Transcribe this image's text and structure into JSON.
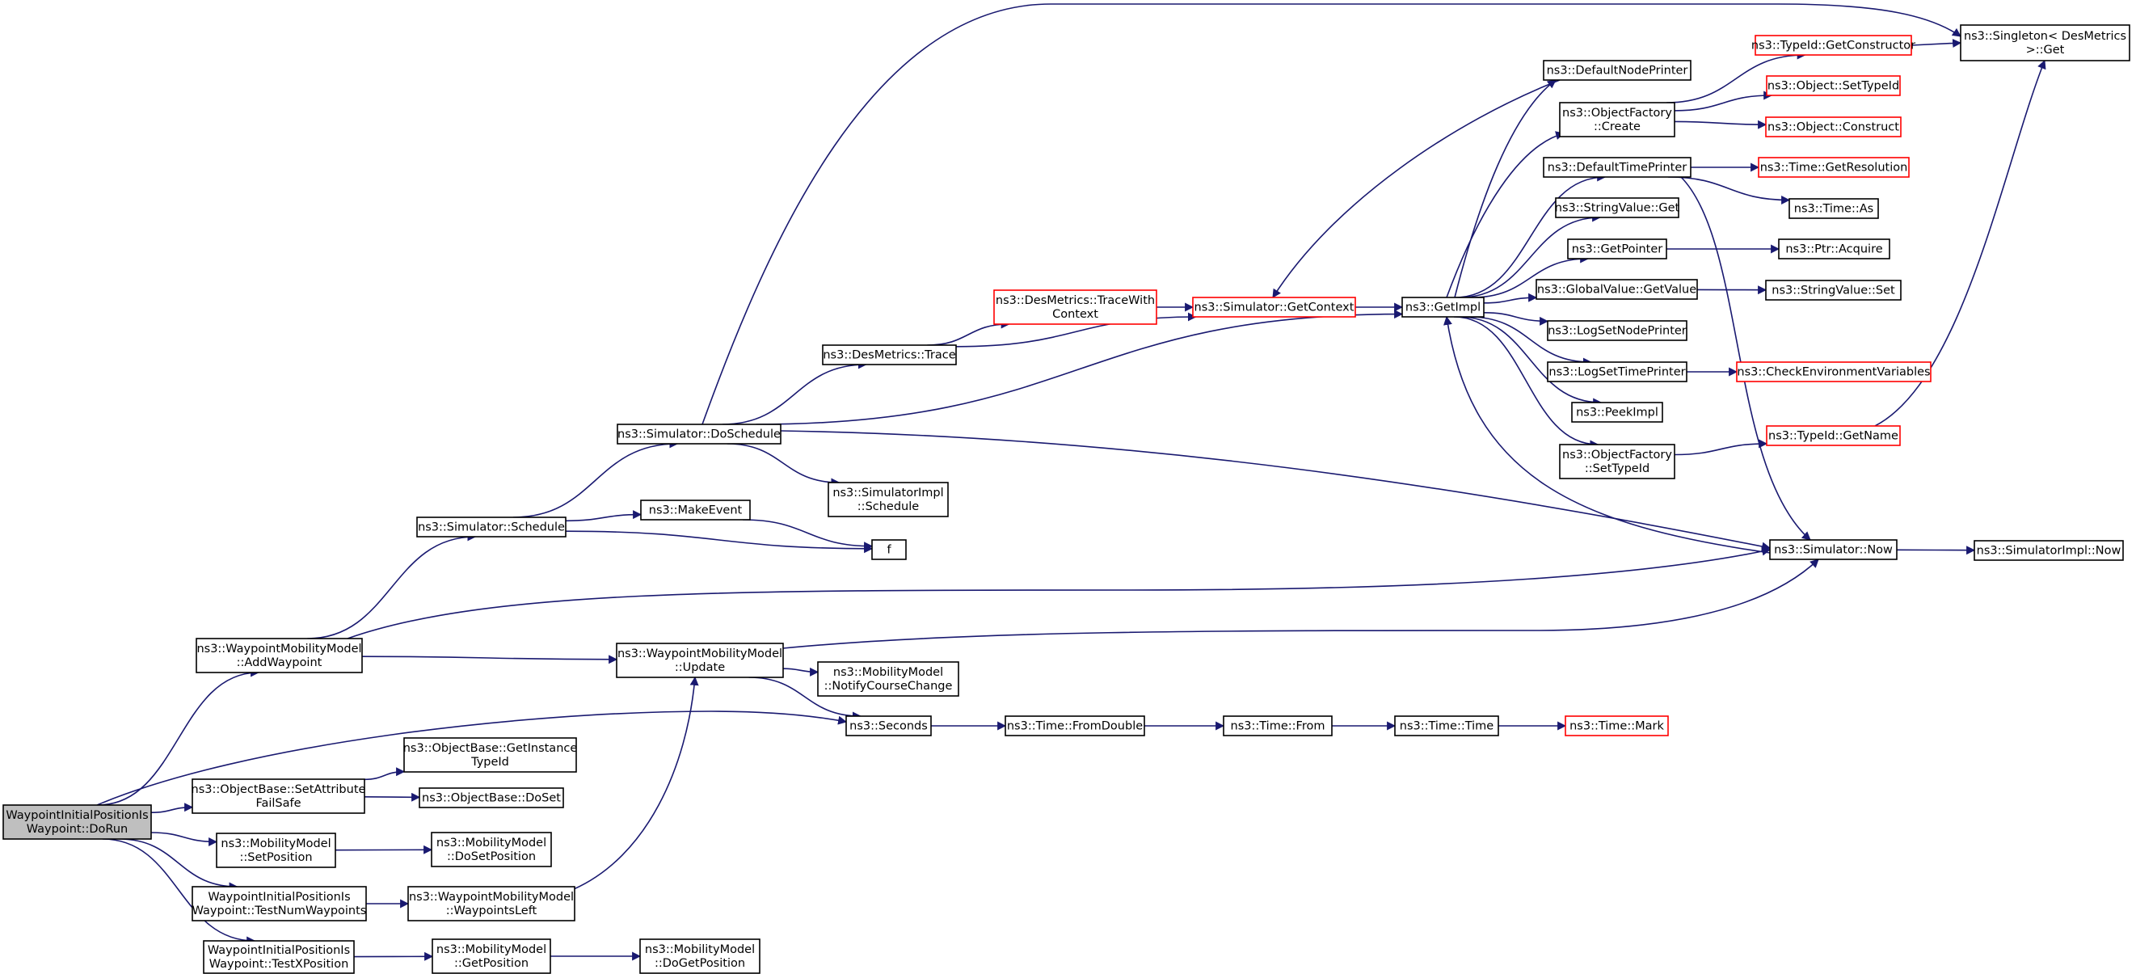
{
  "colors": {
    "edge": "#191970",
    "node_border": "#000000",
    "node_border_incomplete": "#ff0000",
    "node_fill": "#ffffff",
    "root_fill": "#bfbfbf",
    "text": "#000000"
  },
  "nodes": [
    {
      "id": "root",
      "lines": [
        "WaypointInitialPositionIs",
        "Waypoint::DoRun"
      ],
      "style": "root"
    },
    {
      "id": "addWaypoint",
      "lines": [
        "ns3::WaypointMobilityModel",
        "::AddWaypoint"
      ],
      "style": "normal"
    },
    {
      "id": "setAttrFailSafe",
      "lines": [
        "ns3::ObjectBase::SetAttribute",
        "FailSafe"
      ],
      "style": "normal"
    },
    {
      "id": "mmSetPosition",
      "lines": [
        "ns3::MobilityModel",
        "::SetPosition"
      ],
      "style": "normal"
    },
    {
      "id": "testNumWaypoints",
      "lines": [
        "WaypointInitialPositionIs",
        "Waypoint::TestNumWaypoints"
      ],
      "style": "normal"
    },
    {
      "id": "testXPosition",
      "lines": [
        "WaypointInitialPositionIs",
        "Waypoint::TestXPosition"
      ],
      "style": "normal"
    },
    {
      "id": "simSchedule",
      "lines": [
        "ns3::Simulator::Schedule"
      ],
      "style": "normal"
    },
    {
      "id": "doSchedule",
      "lines": [
        "ns3::Simulator::DoSchedule"
      ],
      "style": "normal"
    },
    {
      "id": "makeEvent",
      "lines": [
        "ns3::MakeEvent"
      ],
      "style": "normal"
    },
    {
      "id": "f",
      "lines": [
        "f"
      ],
      "style": "normal"
    },
    {
      "id": "desTrace",
      "lines": [
        "ns3::DesMetrics::Trace"
      ],
      "style": "normal"
    },
    {
      "id": "simImplSchedule",
      "lines": [
        "ns3::SimulatorImpl",
        "::Schedule"
      ],
      "style": "normal"
    },
    {
      "id": "traceWithContext",
      "lines": [
        "ns3::DesMetrics::TraceWith",
        "Context"
      ],
      "style": "incomplete"
    },
    {
      "id": "getContext",
      "lines": [
        "ns3::Simulator::GetContext"
      ],
      "style": "incomplete"
    },
    {
      "id": "getImpl",
      "lines": [
        "ns3::GetImpl"
      ],
      "style": "normal"
    },
    {
      "id": "defaultNodePrinter",
      "lines": [
        "ns3::DefaultNodePrinter"
      ],
      "style": "normal"
    },
    {
      "id": "objFactoryCreate",
      "lines": [
        "ns3::ObjectFactory",
        "::Create"
      ],
      "style": "normal"
    },
    {
      "id": "defaultTimePrinter",
      "lines": [
        "ns3::DefaultTimePrinter"
      ],
      "style": "normal"
    },
    {
      "id": "stringValueGet",
      "lines": [
        "ns3::StringValue::Get"
      ],
      "style": "normal"
    },
    {
      "id": "getPointer",
      "lines": [
        "ns3::GetPointer"
      ],
      "style": "normal"
    },
    {
      "id": "globalValueGetValue",
      "lines": [
        "ns3::GlobalValue::GetValue"
      ],
      "style": "normal"
    },
    {
      "id": "logSetNodePrinter",
      "lines": [
        "ns3::LogSetNodePrinter"
      ],
      "style": "normal"
    },
    {
      "id": "logSetTimePrinter",
      "lines": [
        "ns3::LogSetTimePrinter"
      ],
      "style": "normal"
    },
    {
      "id": "peekImpl",
      "lines": [
        "ns3::PeekImpl"
      ],
      "style": "normal"
    },
    {
      "id": "objFactorySetTypeId",
      "lines": [
        "ns3::ObjectFactory",
        "::SetTypeId"
      ],
      "style": "normal"
    },
    {
      "id": "getConstructor",
      "lines": [
        "ns3::TypeId::GetConstructor"
      ],
      "style": "incomplete"
    },
    {
      "id": "objectSetTypeId",
      "lines": [
        "ns3::Object::SetTypeId"
      ],
      "style": "incomplete"
    },
    {
      "id": "objectConstruct",
      "lines": [
        "ns3::Object::Construct"
      ],
      "style": "incomplete"
    },
    {
      "id": "timeGetResolution",
      "lines": [
        "ns3::Time::GetResolution"
      ],
      "style": "incomplete"
    },
    {
      "id": "timeAs",
      "lines": [
        "ns3::Time::As"
      ],
      "style": "normal"
    },
    {
      "id": "ptrAcquire",
      "lines": [
        "ns3::Ptr::Acquire"
      ],
      "style": "normal"
    },
    {
      "id": "stringValueSet",
      "lines": [
        "ns3::StringValue::Set"
      ],
      "style": "normal"
    },
    {
      "id": "checkEnvVars",
      "lines": [
        "ns3::CheckEnvironmentVariables"
      ],
      "style": "incomplete"
    },
    {
      "id": "typeIdGetName",
      "lines": [
        "ns3::TypeId::GetName"
      ],
      "style": "incomplete"
    },
    {
      "id": "singletonGet",
      "lines": [
        "ns3::Singleton< DesMetrics",
        " >::Get"
      ],
      "style": "normal"
    },
    {
      "id": "simNow",
      "lines": [
        "ns3::Simulator::Now"
      ],
      "style": "normal"
    },
    {
      "id": "simImplNow",
      "lines": [
        "ns3::SimulatorImpl::Now"
      ],
      "style": "normal"
    },
    {
      "id": "wmmUpdate",
      "lines": [
        "ns3::WaypointMobilityModel",
        "::Update"
      ],
      "style": "normal"
    },
    {
      "id": "notifyCourseChange",
      "lines": [
        "ns3::MobilityModel",
        "::NotifyCourseChange"
      ],
      "style": "normal"
    },
    {
      "id": "seconds",
      "lines": [
        "ns3::Seconds"
      ],
      "style": "normal"
    },
    {
      "id": "fromDouble",
      "lines": [
        "ns3::Time::FromDouble"
      ],
      "style": "normal"
    },
    {
      "id": "timeFrom",
      "lines": [
        "ns3::Time::From"
      ],
      "style": "normal"
    },
    {
      "id": "timeTime",
      "lines": [
        "ns3::Time::Time"
      ],
      "style": "normal"
    },
    {
      "id": "timeMark",
      "lines": [
        "ns3::Time::Mark"
      ],
      "style": "incomplete"
    },
    {
      "id": "getInstanceTypeId",
      "lines": [
        "ns3::ObjectBase::GetInstance",
        "TypeId"
      ],
      "style": "normal"
    },
    {
      "id": "objectBaseDoSet",
      "lines": [
        "ns3::ObjectBase::DoSet"
      ],
      "style": "normal"
    },
    {
      "id": "mmDoSetPosition",
      "lines": [
        "ns3::MobilityModel",
        "::DoSetPosition"
      ],
      "style": "normal"
    },
    {
      "id": "waypointsLeft",
      "lines": [
        "ns3::WaypointMobilityModel",
        "::WaypointsLeft"
      ],
      "style": "normal"
    },
    {
      "id": "mmGetPosition",
      "lines": [
        "ns3::MobilityModel",
        "::GetPosition"
      ],
      "style": "normal"
    },
    {
      "id": "mmDoGetPosition",
      "lines": [
        "ns3::MobilityModel",
        "::DoGetPosition"
      ],
      "style": "normal"
    }
  ],
  "edges": [
    [
      "root",
      "addWaypoint"
    ],
    [
      "root",
      "seconds"
    ],
    [
      "root",
      "setAttrFailSafe"
    ],
    [
      "root",
      "mmSetPosition"
    ],
    [
      "root",
      "testNumWaypoints"
    ],
    [
      "root",
      "testXPosition"
    ],
    [
      "addWaypoint",
      "simSchedule"
    ],
    [
      "addWaypoint",
      "simNow"
    ],
    [
      "addWaypoint",
      "wmmUpdate"
    ],
    [
      "simSchedule",
      "doSchedule"
    ],
    [
      "simSchedule",
      "makeEvent"
    ],
    [
      "simSchedule",
      "f"
    ],
    [
      "makeEvent",
      "f"
    ],
    [
      "doSchedule",
      "singletonGet"
    ],
    [
      "doSchedule",
      "desTrace"
    ],
    [
      "doSchedule",
      "getImpl"
    ],
    [
      "doSchedule",
      "simImplSchedule"
    ],
    [
      "doSchedule",
      "simNow"
    ],
    [
      "desTrace",
      "traceWithContext"
    ],
    [
      "desTrace",
      "getContext"
    ],
    [
      "traceWithContext",
      "getContext"
    ],
    [
      "getContext",
      "getImpl"
    ],
    [
      "getImpl",
      "defaultNodePrinter"
    ],
    [
      "getImpl",
      "objFactoryCreate"
    ],
    [
      "getImpl",
      "defaultTimePrinter"
    ],
    [
      "getImpl",
      "stringValueGet"
    ],
    [
      "getImpl",
      "getPointer"
    ],
    [
      "getImpl",
      "globalValueGetValue"
    ],
    [
      "getImpl",
      "logSetNodePrinter"
    ],
    [
      "getImpl",
      "logSetTimePrinter"
    ],
    [
      "getImpl",
      "peekImpl"
    ],
    [
      "getImpl",
      "objFactorySetTypeId"
    ],
    [
      "defaultNodePrinter",
      "getContext"
    ],
    [
      "objFactoryCreate",
      "getConstructor"
    ],
    [
      "objFactoryCreate",
      "objectSetTypeId"
    ],
    [
      "objFactoryCreate",
      "objectConstruct"
    ],
    [
      "getConstructor",
      "singletonGet"
    ],
    [
      "defaultTimePrinter",
      "timeGetResolution"
    ],
    [
      "defaultTimePrinter",
      "timeAs"
    ],
    [
      "defaultTimePrinter",
      "simNow"
    ],
    [
      "getPointer",
      "ptrAcquire"
    ],
    [
      "globalValueGetValue",
      "stringValueSet"
    ],
    [
      "logSetTimePrinter",
      "checkEnvVars"
    ],
    [
      "objFactorySetTypeId",
      "typeIdGetName"
    ],
    [
      "typeIdGetName",
      "singletonGet"
    ],
    [
      "simNow",
      "getImpl"
    ],
    [
      "simNow",
      "simImplNow"
    ],
    [
      "wmmUpdate",
      "simNow"
    ],
    [
      "wmmUpdate",
      "notifyCourseChange"
    ],
    [
      "wmmUpdate",
      "seconds"
    ],
    [
      "seconds",
      "fromDouble"
    ],
    [
      "fromDouble",
      "timeFrom"
    ],
    [
      "timeFrom",
      "timeTime"
    ],
    [
      "timeTime",
      "timeMark"
    ],
    [
      "setAttrFailSafe",
      "getInstanceTypeId"
    ],
    [
      "setAttrFailSafe",
      "objectBaseDoSet"
    ],
    [
      "mmSetPosition",
      "mmDoSetPosition"
    ],
    [
      "testNumWaypoints",
      "waypointsLeft"
    ],
    [
      "waypointsLeft",
      "wmmUpdate"
    ],
    [
      "testXPosition",
      "mmGetPosition"
    ],
    [
      "mmGetPosition",
      "mmDoGetPosition"
    ]
  ]
}
